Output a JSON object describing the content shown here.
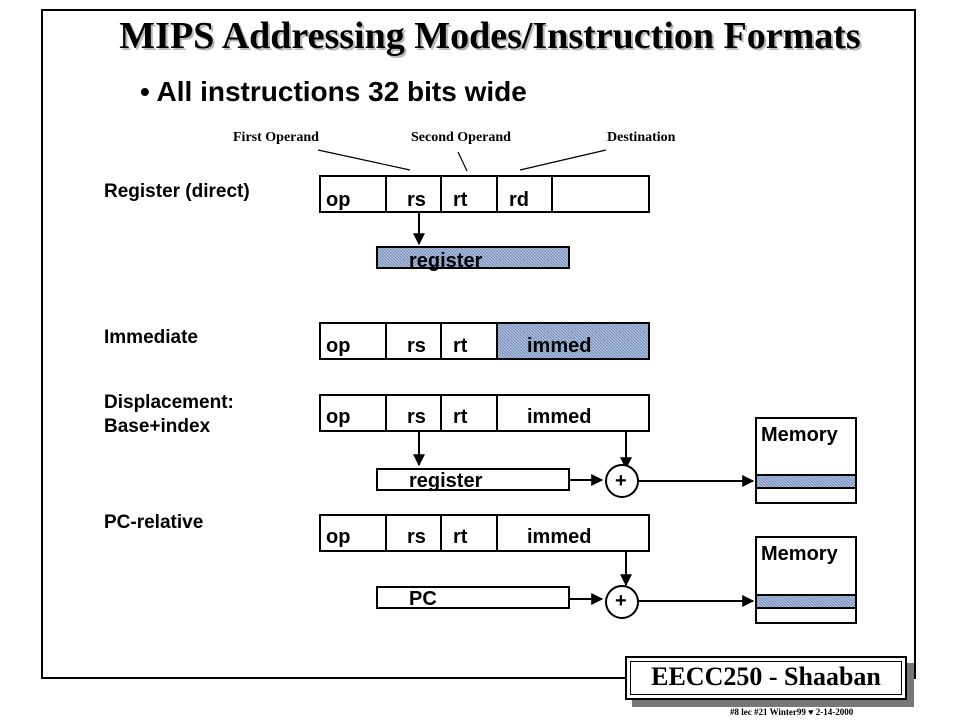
{
  "title": "MIPS Addressing Modes/Instruction Formats",
  "bullet": "All instructions 32 bits wide",
  "operand_labels": {
    "first": "First Operand",
    "second": "Second Operand",
    "destination": "Destination"
  },
  "modes": {
    "register_direct": "Register (direct)",
    "immediate": "Immediate",
    "displacement_line1": "Displacement:",
    "displacement_line2": "Base+index",
    "pc_relative": "PC-relative"
  },
  "fields": {
    "op": "op",
    "rs": "rs",
    "rt": "rt",
    "rd": "rd",
    "immed": "immed"
  },
  "boxes": {
    "register": "register",
    "pc": "PC",
    "memory": "Memory",
    "adder": "+"
  },
  "badge": "EECC250 - Shaaban",
  "footer": "#8  lec #21  Winter99 ♥ 2-14-2000",
  "colors": {
    "highlight_fill": "#a9bde0",
    "memory_stripe": "#a9bde0"
  }
}
